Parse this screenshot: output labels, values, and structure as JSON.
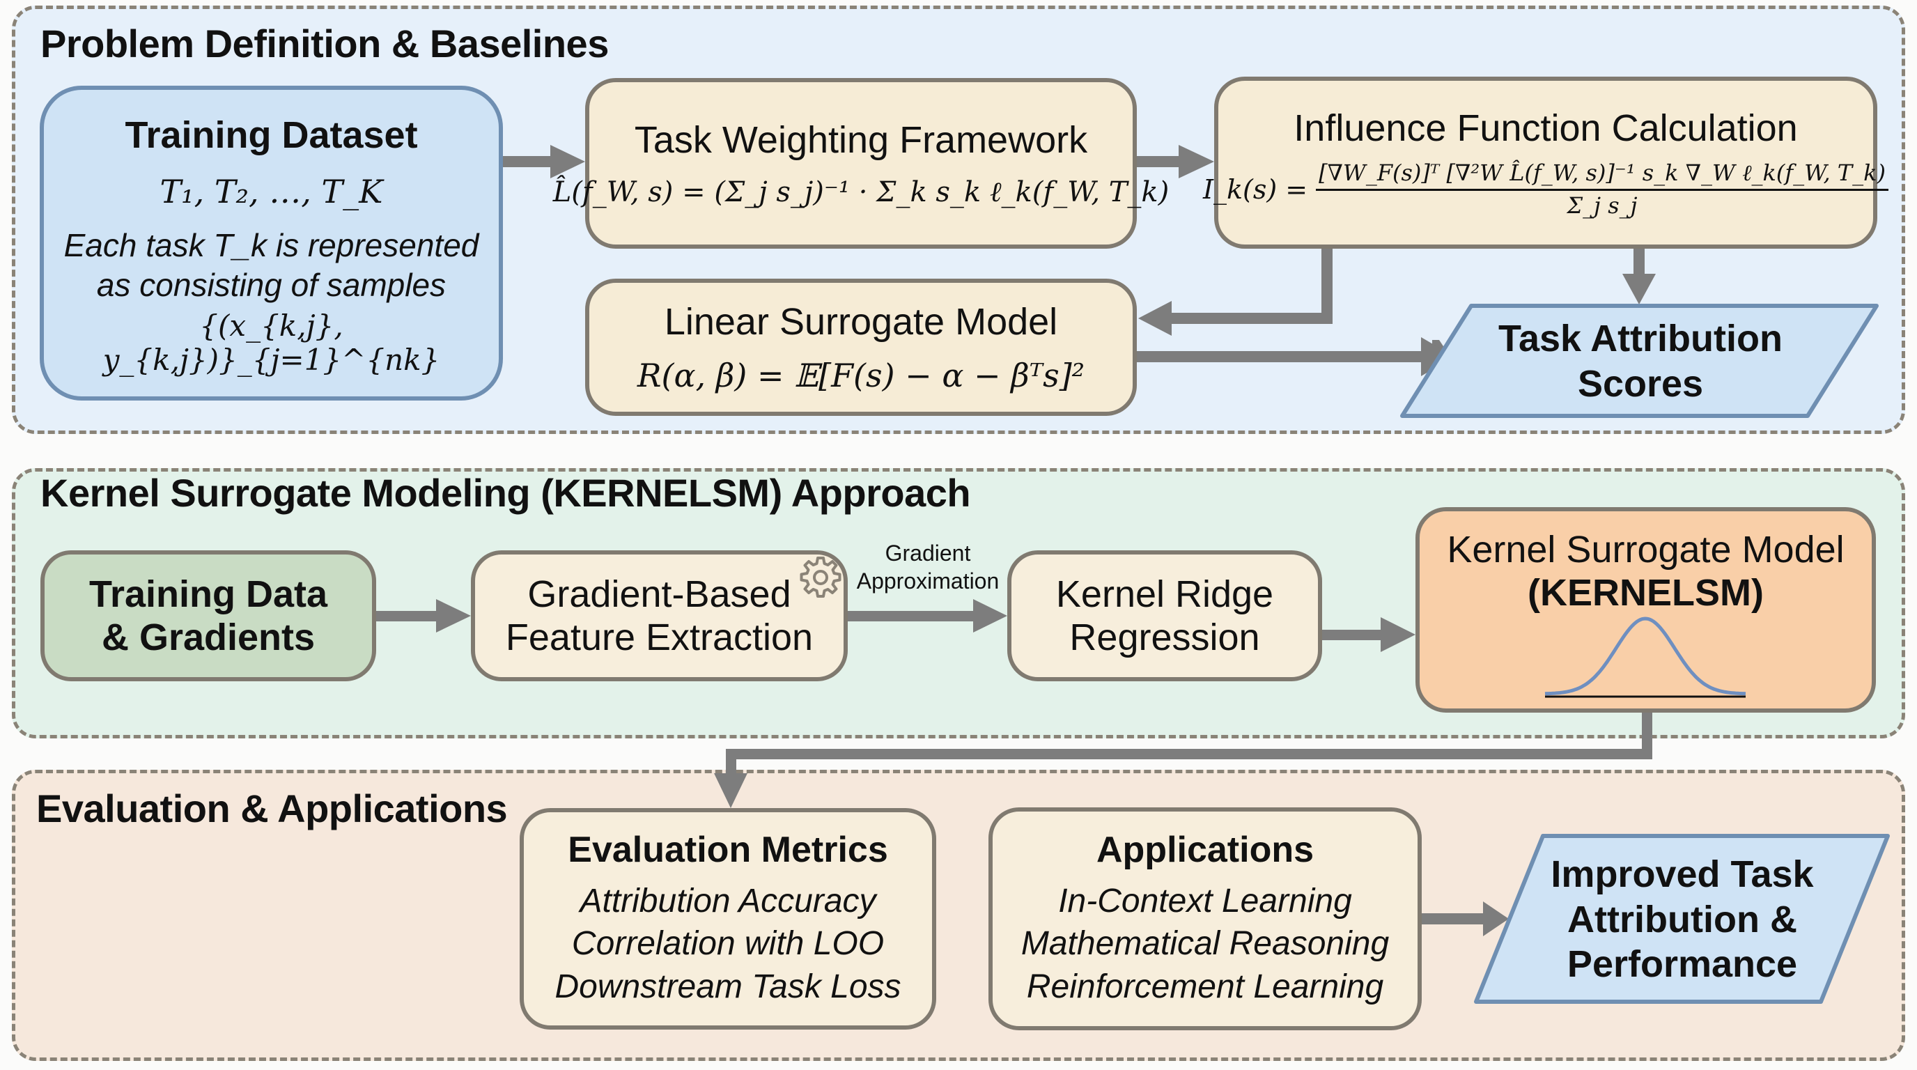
{
  "sections": {
    "problem": {
      "title": "Problem Definition & Baselines"
    },
    "kernel": {
      "title": "Kernel Surrogate Modeling (KERNELSM) Approach"
    },
    "evaluation": {
      "title": "Evaluation & Applications"
    }
  },
  "problem": {
    "training_dataset": {
      "title": "Training Dataset",
      "tasks": "T₁, T₂, …, T_K",
      "description_line1": "Each task T_k is represented",
      "description_line2": "as consisting of samples",
      "samples": "{(x_{k,j}, y_{k,j})}_{j=1}^{nk}"
    },
    "task_weighting": {
      "title": "Task Weighting Framework",
      "formula": "L̂(f_W, s) = (Σ_j s_j)⁻¹ · Σ_k s_k ℓ_k(f_W, T_k)"
    },
    "influence_function": {
      "title": "Influence Function Calculation",
      "formula_lhs": "I_k(s) =",
      "formula_numerator": "[∇W_F(s)]ᵀ [∇²W L̂(f_W, s)]⁻¹ s_k ∇_W ℓ_k(f_W, T_k)",
      "formula_denominator": "Σ_j s_j"
    },
    "linear_surrogate": {
      "title": "Linear Surrogate Model",
      "formula": "R(α, β) = 𝔼[F(s) − α − βᵀs]²"
    },
    "attribution_scores": {
      "line1": "Task Attribution",
      "line2": "Scores"
    }
  },
  "kernel": {
    "training_data": {
      "line1": "Training Data",
      "line2": "& Gradients"
    },
    "feature_extraction": {
      "line1": "Gradient-Based",
      "line2": "Feature Extraction",
      "icon": "gear-icon"
    },
    "edge_label": {
      "line1": "Gradient",
      "line2": "Approximation"
    },
    "ridge": {
      "line1": "Kernel Ridge",
      "line2": "Regression"
    },
    "kernelsm": {
      "line1": "Kernel Surrogate Model",
      "line2": "(KERNELSM)",
      "icon": "bell-curve-icon"
    }
  },
  "evaluation": {
    "metrics": {
      "title": "Evaluation Metrics",
      "items": [
        "Attribution Accuracy",
        "Correlation with LOO",
        "Downstream Task Loss"
      ]
    },
    "applications": {
      "title": "Applications",
      "items": [
        "In-Context Learning",
        "Mathematical Reasoning",
        "Reinforcement Learning"
      ]
    },
    "result": {
      "line1": "Improved Task",
      "line2": "Attribution &",
      "line3": "Performance"
    }
  },
  "colors": {
    "arrow": "#7d7d7d",
    "section_border": "#8a8377",
    "blue_fill": "#cfe3f5",
    "blue_border": "#6f8fb2",
    "cream_fill": "#f6ecd6",
    "green_fill": "#c9dcc4",
    "orange_fill": "#f9cfa8",
    "curve": "#6f8fc0"
  }
}
